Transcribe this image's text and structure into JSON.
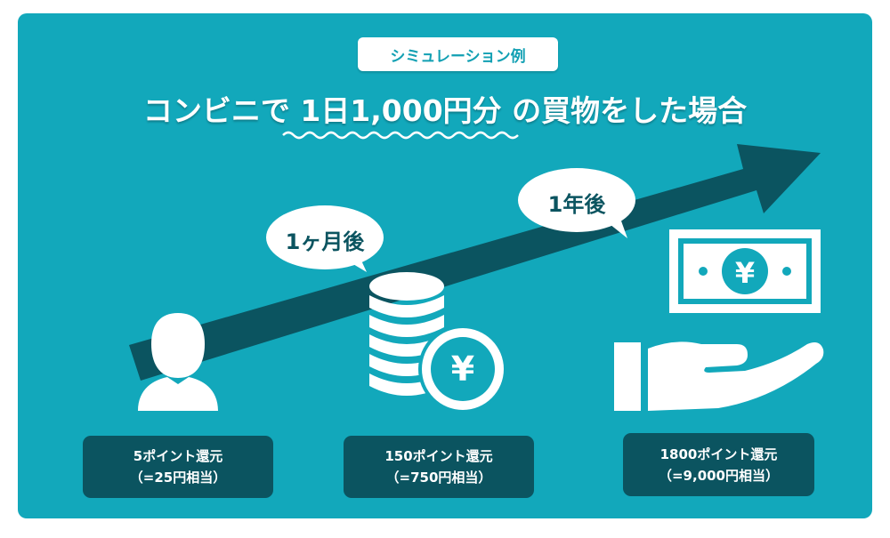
{
  "tag": "シミュレーション例",
  "title": {
    "prefix": "コンビニで",
    "highlight": "1日1,000円分",
    "suffix": "の買物をした場合"
  },
  "bubbles": {
    "month": "1ヶ月後",
    "year": "1年後"
  },
  "results": [
    {
      "points": "5ポイント還元",
      "value": "（=25円相当）"
    },
    {
      "points": "150ポイント還元",
      "value": "（=750円相当）"
    },
    {
      "points": "1800ポイント還元",
      "value": "（=9,000円相当）"
    }
  ],
  "icons": {
    "coin_symbol": "¥",
    "bill_symbol": "¥"
  },
  "colors": {
    "background": "#12a8bb",
    "dark": "#0b5460",
    "white": "#ffffff"
  }
}
